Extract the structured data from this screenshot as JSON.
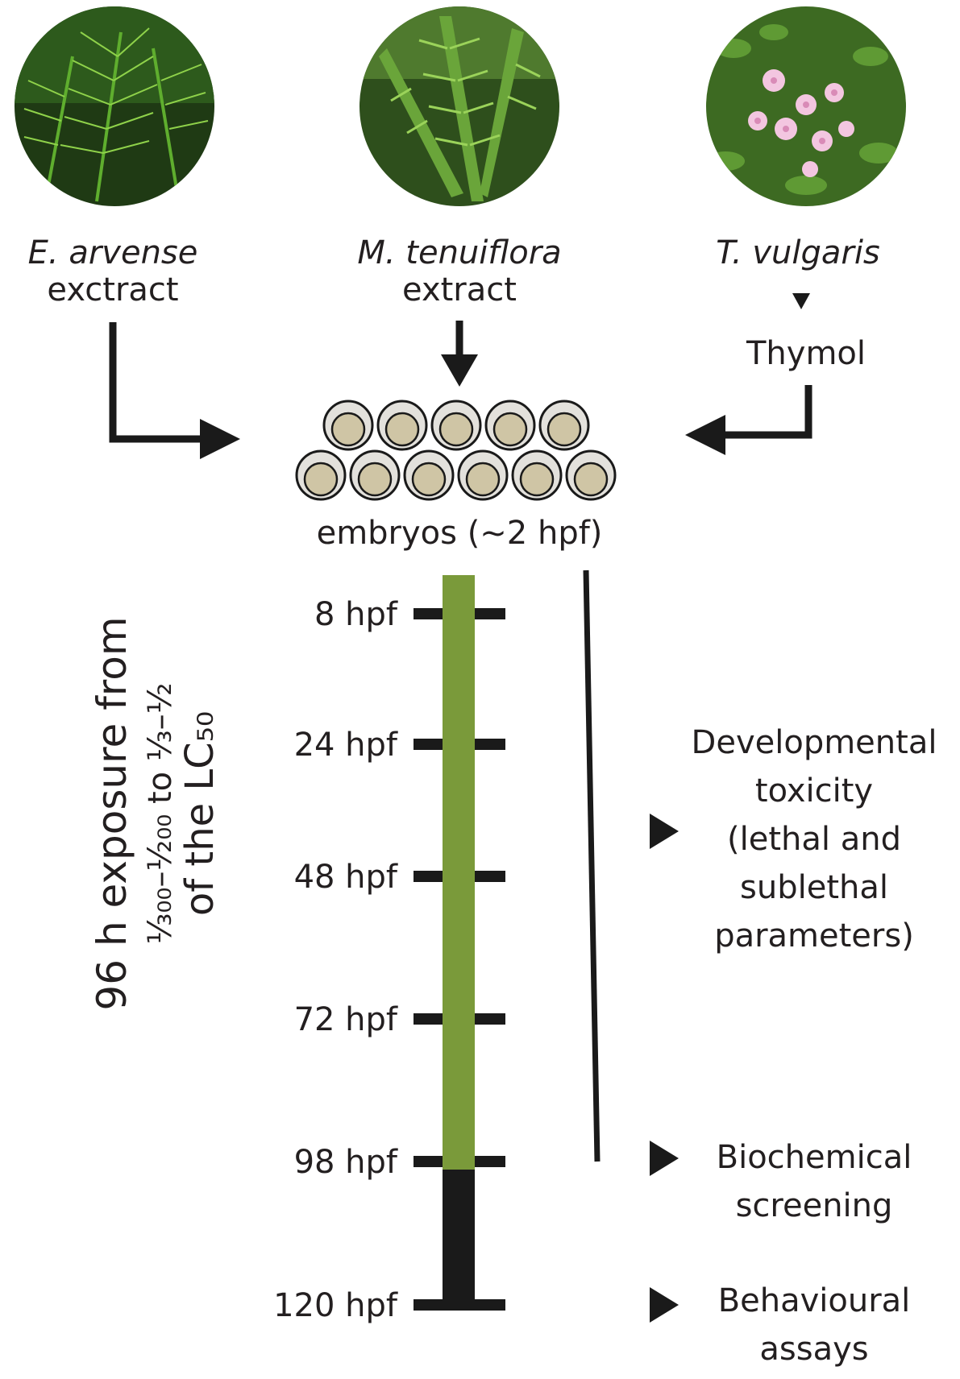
{
  "sources": [
    {
      "species": "E. arvense",
      "kind": "exctract",
      "icon": "horsetail-photo"
    },
    {
      "species": "M. tenuiflora",
      "kind": "extract",
      "icon": "mimosa-photo"
    },
    {
      "species": "T. vulgaris",
      "kind": "",
      "icon": "thyme-photo"
    }
  ],
  "derived_compound": "Thymol",
  "embryos_label": "embryos (~2 hpf)",
  "timeline": {
    "ticks": [
      "8 hpf",
      "24 hpf",
      "48 hpf",
      "72 hpf",
      "98 hpf",
      "120 hpf"
    ],
    "exposure_color": "#7a9a3a",
    "post_exposure_color": "#1a1a1a"
  },
  "exposure_label": {
    "line1": "96 h exposure from",
    "line2": "¹⁄₃₀₀–¹⁄₂₀₀ to ¹⁄₃–¹⁄₂",
    "line3": "of the LC₅₀"
  },
  "outcomes": {
    "developmental": [
      "Developmental",
      "toxicity",
      "(lethal and",
      "sublethal",
      "parameters)"
    ],
    "biochemical": [
      "Biochemical",
      "screening"
    ],
    "behavioural": [
      "Behavioural",
      "assays"
    ]
  }
}
